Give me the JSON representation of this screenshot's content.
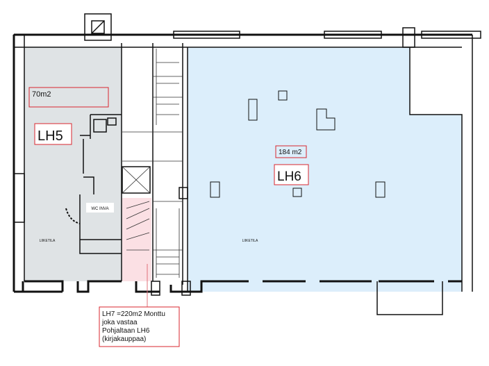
{
  "title": "Floor plan LH5 / LH6 / LH7",
  "units": {
    "lh5": {
      "name": "LH5",
      "area": "70m2",
      "room_label": "LIIKETILA"
    },
    "lh6": {
      "name": "LH6",
      "area": "184 m2",
      "room_label": "LIIKETILA"
    },
    "wc": {
      "label": "WC INVA"
    },
    "lh7_note": {
      "line1": "LH7 =220m2  Monttu",
      "line2": "joka vastaa",
      "line3": "Pohjaltaan LH6",
      "line4": "(kirjakauppaa)"
    }
  },
  "colors": {
    "lh5_fill": "#dfe3e5",
    "lh6_fill": "#dceefb",
    "lh7_fill": "#fbe0e4",
    "label_border": "#d9262e"
  }
}
